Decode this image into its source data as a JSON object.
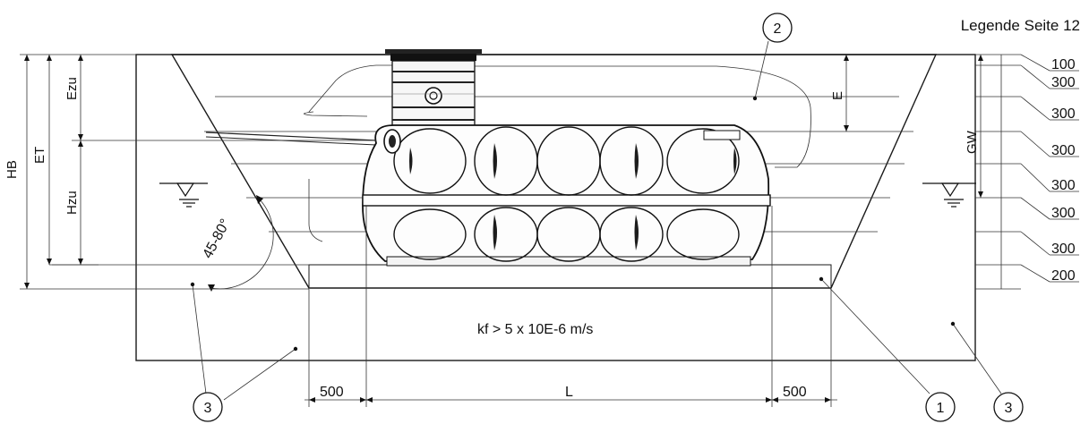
{
  "legend_note": "Legende Seite 12",
  "callouts": {
    "one": "1",
    "two": "2",
    "three_left": "3",
    "three_right": "3"
  },
  "dimensions": {
    "HB": "HB",
    "ET": "ET",
    "Ezu": "Ezu",
    "Hzu": "Hzu",
    "E": "E",
    "GW": "GW",
    "angle": "45-80°",
    "left_margin": "500",
    "length": "L",
    "right_margin": "500"
  },
  "layer_values": [
    "100",
    "300",
    "300",
    "300",
    "300",
    "300",
    "300",
    "200"
  ],
  "soil_note": "kf > 5 x 10E-6 m/s"
}
